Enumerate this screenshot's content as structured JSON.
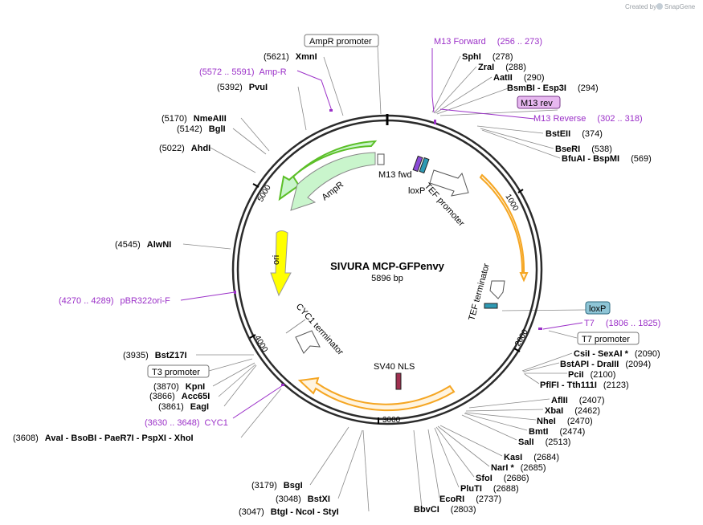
{
  "credit": {
    "text": "Created by",
    "brand": "SnapGene"
  },
  "plasmid": {
    "name": "SIVURA MCP-GFPenvy",
    "length_label": "5896 bp",
    "length": 5896
  },
  "ticks": [
    "1000",
    "2000",
    "3000",
    "4000",
    "5000"
  ],
  "features": {
    "ampr": "AmpR",
    "ori": "ori",
    "cyc1": "CYC1 terminator",
    "sv40": "SV40 NLS",
    "tef_term": "TEF terminator",
    "tef_prom": "TEF promoter",
    "loxp": "loxP",
    "m13fwd": "M13 fwd"
  },
  "boxes": {
    "ampr_promoter": "AmpR promoter",
    "m13_rev": "M13 rev",
    "loxp": "loxP",
    "t7_promoter": "T7 promoter",
    "t3_promoter": "T3 promoter"
  },
  "primers": {
    "m13_forward": {
      "name": "M13 Forward",
      "range": "(256 .. 273)"
    },
    "m13_reverse": {
      "name": "M13 Reverse",
      "range": "(302 .. 318)"
    },
    "t7": {
      "name": "T7",
      "range": "(1806 .. 1825)"
    },
    "cyc1": {
      "name": "CYC1",
      "range": "(3630 .. 3648)"
    },
    "pbr322": {
      "name": "pBR322ori-F",
      "range": "(4270 .. 4289)"
    },
    "ampr": {
      "name": "Amp-R",
      "range": "(5572 .. 5591)"
    }
  },
  "sites_right": [
    {
      "name": "SphI",
      "pos": "(278)"
    },
    {
      "name": "ZraI",
      "pos": "(288)"
    },
    {
      "name": "AatII",
      "pos": "(290)"
    },
    {
      "name": "BsmBI - Esp3I",
      "pos": "(294)"
    },
    {
      "name": "BstEII",
      "pos": "(374)"
    },
    {
      "name": "BseRI",
      "pos": "(538)"
    },
    {
      "name": "BfuAI - BspMI",
      "pos": "(569)"
    },
    {
      "name": "CsiI - SexAI *",
      "pos": "(2090)"
    },
    {
      "name": "BstAPI - DraIII",
      "pos": "(2094)"
    },
    {
      "name": "PciI",
      "pos": "(2100)"
    },
    {
      "name": "PflFI - Tth111I",
      "pos": "(2123)"
    },
    {
      "name": "AflII",
      "pos": "(2407)"
    },
    {
      "name": "XbaI",
      "pos": "(2462)"
    },
    {
      "name": "NheI",
      "pos": "(2470)"
    },
    {
      "name": "BmtI",
      "pos": "(2474)"
    },
    {
      "name": "SalI",
      "pos": "(2513)"
    },
    {
      "name": "KasI",
      "pos": "(2684)"
    },
    {
      "name": "NarI *",
      "pos": "(2685)"
    },
    {
      "name": "SfoI",
      "pos": "(2686)"
    },
    {
      "name": "PluTI",
      "pos": "(2688)"
    },
    {
      "name": "EcoRI",
      "pos": "(2737)"
    },
    {
      "name": "BbvCI",
      "pos": "(2803)"
    }
  ],
  "sites_left": [
    {
      "name": "XmnI",
      "pos": "(5621)"
    },
    {
      "name": "PvuI",
      "pos": "(5392)"
    },
    {
      "name": "NmeAIII",
      "pos": "(5170)"
    },
    {
      "name": "BglI",
      "pos": "(5142)"
    },
    {
      "name": "AhdI",
      "pos": "(5022)"
    },
    {
      "name": "AlwNI",
      "pos": "(4545)"
    },
    {
      "name": "BstZ17I",
      "pos": "(3935)"
    },
    {
      "name": "KpnI",
      "pos": "(3870)"
    },
    {
      "name": "Acc65I",
      "pos": "(3866)"
    },
    {
      "name": "EagI",
      "pos": "(3861)"
    },
    {
      "name": "AvaI - BsoBI - PaeR7I - PspXI - XhoI",
      "pos": "(3608)"
    },
    {
      "name": "BsgI",
      "pos": "(3179)"
    },
    {
      "name": "BstXI",
      "pos": "(3048)"
    },
    {
      "name": "BtgI - NcoI - StyI",
      "pos": "(3047)"
    }
  ],
  "colors": {
    "backbone": "#2b2b2b",
    "primer": "#9b30c8",
    "ampr_fill": "#c9f5cc",
    "ori_fill": "#ffff00",
    "orange_outline": "#f5a623",
    "loxp_fill": "#8ec5d6",
    "m13rev_fill": "#e7b8f0"
  }
}
